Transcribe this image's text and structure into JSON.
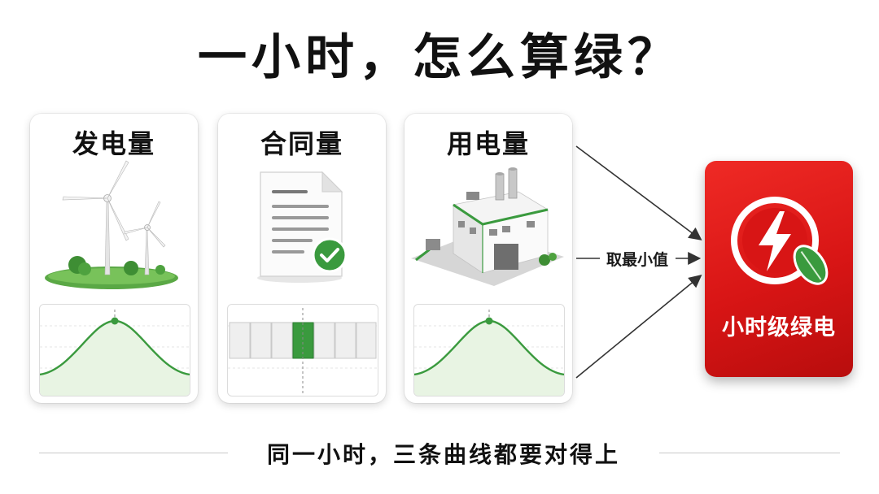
{
  "title": "一小时，怎么算绿？",
  "cards": [
    {
      "label": "发电量",
      "illustration": "wind-turbine-icon",
      "chart": "bell-curve"
    },
    {
      "label": "合同量",
      "illustration": "contract-document-icon",
      "chart": "hourly-blocks",
      "highlighted_block": 4,
      "block_count": 7
    },
    {
      "label": "用电量",
      "illustration": "factory-icon",
      "chart": "bell-curve"
    }
  ],
  "connector": {
    "label": "取最小值"
  },
  "result": {
    "label": "小时级绿电",
    "icon": "lightning-leaf-icon"
  },
  "footer": {
    "text": "同一小时，三条曲线都要对得上"
  },
  "colors": {
    "green": "#3a9a3e",
    "red": "#d81515",
    "text": "#111111"
  }
}
